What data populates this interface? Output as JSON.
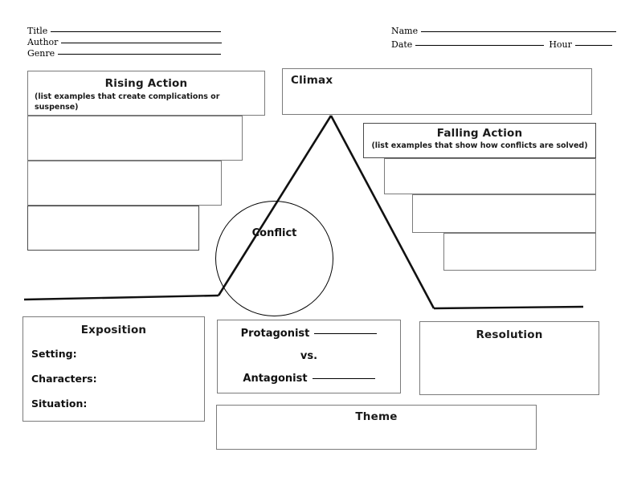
{
  "header": {
    "left_fields": [
      {
        "label": "Title",
        "value": "",
        "rule_width": 212
      },
      {
        "label": "Author",
        "value": "",
        "rule_width": 200
      },
      {
        "label": "Genre",
        "value": "",
        "rule_width": 203
      }
    ],
    "right_fields": [
      {
        "label": "Name",
        "value": "",
        "rule_width": 243
      },
      {
        "label": "Date",
        "value": "",
        "rule_width": 160
      },
      {
        "label": "Hour",
        "value": "",
        "rule_width": 46
      }
    ]
  },
  "rising_action": {
    "title": "Rising Action",
    "subtitle": "(list examples that create complications or suspense)",
    "steps": [
      "",
      "",
      ""
    ]
  },
  "climax": {
    "title": "Climax",
    "value": ""
  },
  "falling_action": {
    "title": "Falling Action",
    "subtitle": "(list examples that show how conflicts are solved)",
    "steps": [
      "",
      "",
      ""
    ]
  },
  "conflict": {
    "label": "Conflict"
  },
  "exposition": {
    "title": "Exposition",
    "items": [
      {
        "label": "Setting:",
        "value": ""
      },
      {
        "label": "Characters:",
        "value": ""
      },
      {
        "label": "Situation:",
        "value": ""
      }
    ]
  },
  "characters": {
    "protagonist_label": "Protagonist",
    "versus_label": "vs.",
    "antagonist_label": "Antagonist",
    "protagonist_value": "",
    "antagonist_value": ""
  },
  "resolution": {
    "title": "Resolution",
    "value": ""
  },
  "theme": {
    "title": "Theme",
    "value": ""
  },
  "colors": {
    "ink": "#000000",
    "box_border": "#7b7b7b",
    "line": "#111111",
    "paper": "#ffffff"
  }
}
